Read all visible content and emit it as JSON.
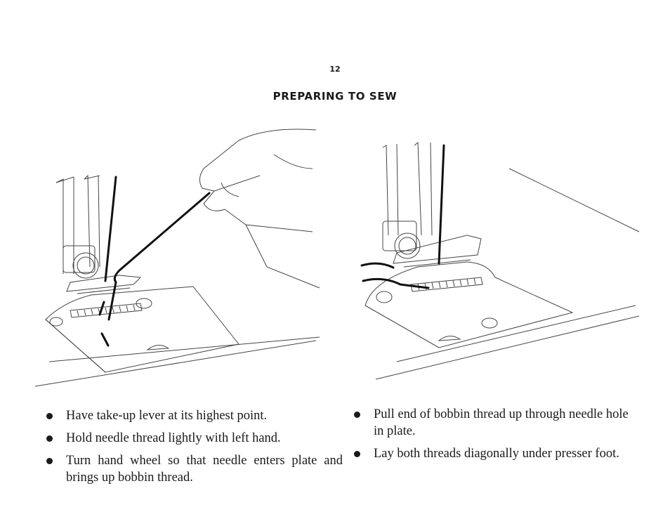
{
  "page": {
    "number": "12",
    "heading": "PREPARING TO SEW"
  },
  "left_column": {
    "instructions": [
      "Have take-up lever at its highest point.",
      "Hold needle thread lightly with left hand.",
      "Turn hand wheel so that needle enters plate and brings up bobbin thread."
    ]
  },
  "right_column": {
    "instructions": [
      "Pull end of bobbin thread up through needle hole in plate.",
      "Lay both threads diagonally under presser foot."
    ]
  },
  "illustrations": {
    "left_icon": "sewing-machine-needle-with-hand-icon",
    "right_icon": "sewing-machine-presser-foot-threads-icon",
    "line_color": "#222222",
    "thread_color": "#111111"
  }
}
